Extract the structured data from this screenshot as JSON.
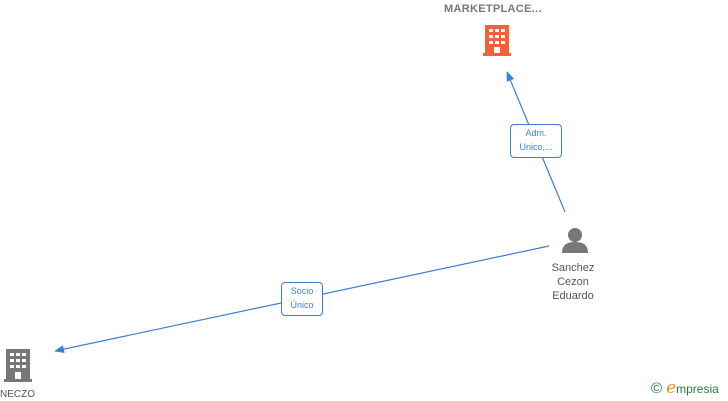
{
  "nodes": {
    "marketplace": {
      "label": "MARKETPLACE..."
    },
    "person": {
      "label_lines": [
        "Sanchez",
        "Cezon",
        "Eduardo"
      ]
    },
    "neczo": {
      "label": "NECZO"
    }
  },
  "edges": [
    {
      "label_lines": [
        "Adm.",
        "Unico,..."
      ]
    },
    {
      "label_lines": [
        "Socio",
        "Único"
      ]
    }
  ],
  "branding": {
    "copyright": "©",
    "name": "mpresia",
    "initial": "e"
  },
  "colors": {
    "edge": "#3a7fd5",
    "company_highlight": "#f0623a",
    "company": "#777777",
    "person": "#777777"
  }
}
